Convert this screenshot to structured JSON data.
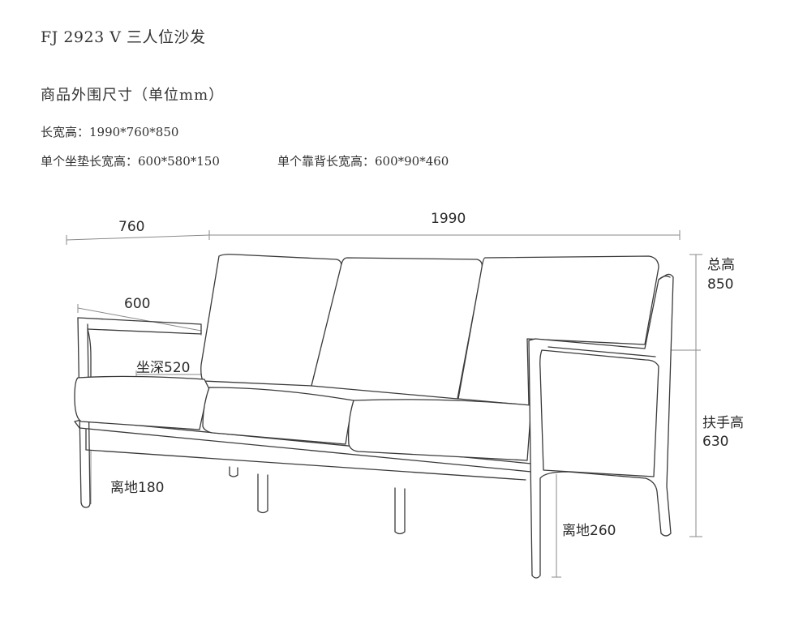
{
  "header": {
    "title": "FJ 2923 V 三人位沙发",
    "subtitle": "商品外围尺寸（单位mm）"
  },
  "specs": {
    "overall": "长宽高：1990*760*850",
    "seat_cushion": "单个坐垫长宽高：600*580*150",
    "back_cushion": "单个靠背长宽高：600*90*460"
  },
  "dimensions": {
    "depth": "760",
    "length": "1990",
    "arm_depth": "600",
    "seat_depth": "坐深520",
    "total_height_label": "总高",
    "total_height_value": "850",
    "arm_height_label": "扶手高",
    "arm_height_value": "630",
    "clearance_left": "离地180",
    "clearance_right": "离地260"
  }
}
